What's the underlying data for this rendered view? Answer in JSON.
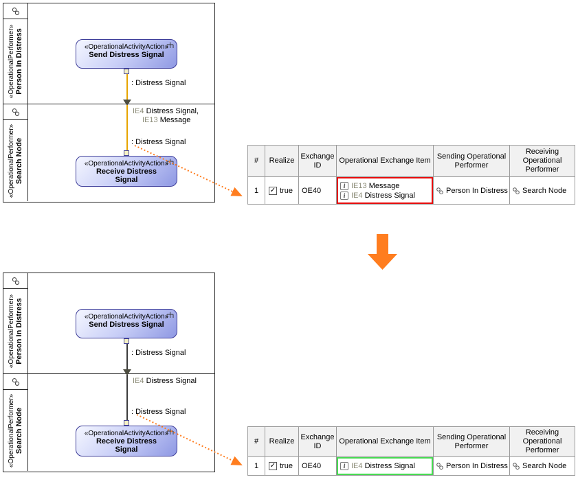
{
  "icons": {
    "check_glyph": "✓",
    "info_glyph": "i",
    "performer_icon": "two-linked-circles",
    "action_rake_icon": "call-behavior-rake",
    "flow_arrowhead_icon": "filled-triangle-down"
  },
  "colors": {
    "flow_highlighted": "#e7a400",
    "flow_normal": "#3c3c3c",
    "trace_arrow": "#ff7d1f",
    "transform_arrow": "#ff7d1f",
    "red_highlight": "#e60b0b",
    "green_highlight": "#46d951",
    "id_prefix_text": "#8c8c78",
    "node_border": "#3d3d99",
    "table_header_bg": "#f1f1f1",
    "table_border": "#9a9a9a"
  },
  "before": {
    "diagram": {
      "lanes": [
        {
          "stereotype": "«OperationalPerformer»",
          "name": "Person In Distress"
        },
        {
          "stereotype": "«OperationalPerformer»",
          "name": "Search Node"
        }
      ],
      "send_action": {
        "stereotype": "«OperationalActivityAction»",
        "name": "Send Distress Signal"
      },
      "receive_action": {
        "stereotype": "«OperationalActivityAction»",
        "name": "Receive Distress Signal"
      },
      "output_pin_label": ": Distress Signal",
      "input_pin_label": ": Distress Signal",
      "flow_label": {
        "line1_prefix": "IE4",
        "line1_text": " Distress Signal,",
        "line2_prefix": "IE13",
        "line2_text": " Message"
      }
    },
    "table": {
      "headers": [
        "#",
        "Realize",
        "Exchange ID",
        "Operational Exchange Item",
        "Sending Operational Performer",
        "Receiving Operational Performer"
      ],
      "row": {
        "index": "1",
        "realize": "true",
        "exchange_id": "OE40",
        "items": [
          {
            "prefix": "IE13",
            "name": "Message"
          },
          {
            "prefix": "IE4",
            "name": "Distress Signal"
          }
        ],
        "sending": "Person In Distress",
        "receiving": "Search Node"
      }
    }
  },
  "after": {
    "diagram": {
      "lanes": [
        {
          "stereotype": "«OperationalPerformer»",
          "name": "Person In Distress"
        },
        {
          "stereotype": "«OperationalPerformer»",
          "name": "Search Node"
        }
      ],
      "send_action": {
        "stereotype": "«OperationalActivityAction»",
        "name": "Send Distress Signal"
      },
      "receive_action": {
        "stereotype": "«OperationalActivityAction»",
        "name": "Receive Distress Signal"
      },
      "output_pin_label": ": Distress Signal",
      "input_pin_label": ": Distress Signal",
      "flow_label": {
        "line1_prefix": "IE4",
        "line1_text": " Distress Signal"
      }
    },
    "table": {
      "headers": [
        "#",
        "Realize",
        "Exchange ID",
        "Operational Exchange Item",
        "Sending Operational Performer",
        "Receiving Operational Performer"
      ],
      "row": {
        "index": "1",
        "realize": "true",
        "exchange_id": "OE40",
        "items": [
          {
            "prefix": "IE4",
            "name": "Distress Signal"
          }
        ],
        "sending": "Person In Distress",
        "receiving": "Search Node"
      }
    }
  }
}
